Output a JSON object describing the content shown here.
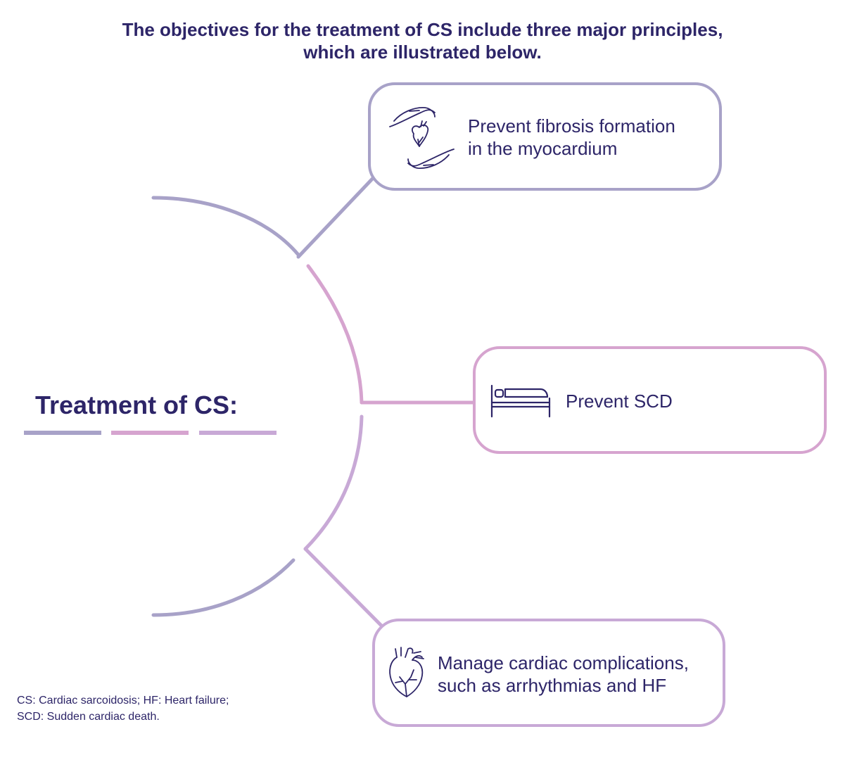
{
  "header": {
    "line1": "The objectives for the treatment of CS include three major principles,",
    "line2": "which are illustrated below."
  },
  "main_title": "Treatment of CS:",
  "objectives": [
    {
      "line1": "Prevent fibrosis formation",
      "line2": "in the myocardium",
      "icon": "hands-protecting-heart-icon"
    },
    {
      "line1": "Prevent SCD",
      "icon": "bed-icon"
    },
    {
      "line1": "Manage cardiac complications,",
      "line2": "such as arrhythmias and HF",
      "icon": "anatomical-heart-icon"
    }
  ],
  "footnote": {
    "line1": "CS: Cardiac sarcoidosis; HF: Heart failure;",
    "line2": "SCD: Sudden cardiac death."
  },
  "colors": {
    "text": "#2d2568",
    "lavender": "#a8a2c8",
    "pink": "#d6a4cf",
    "mauve": "#c8a9d6"
  }
}
